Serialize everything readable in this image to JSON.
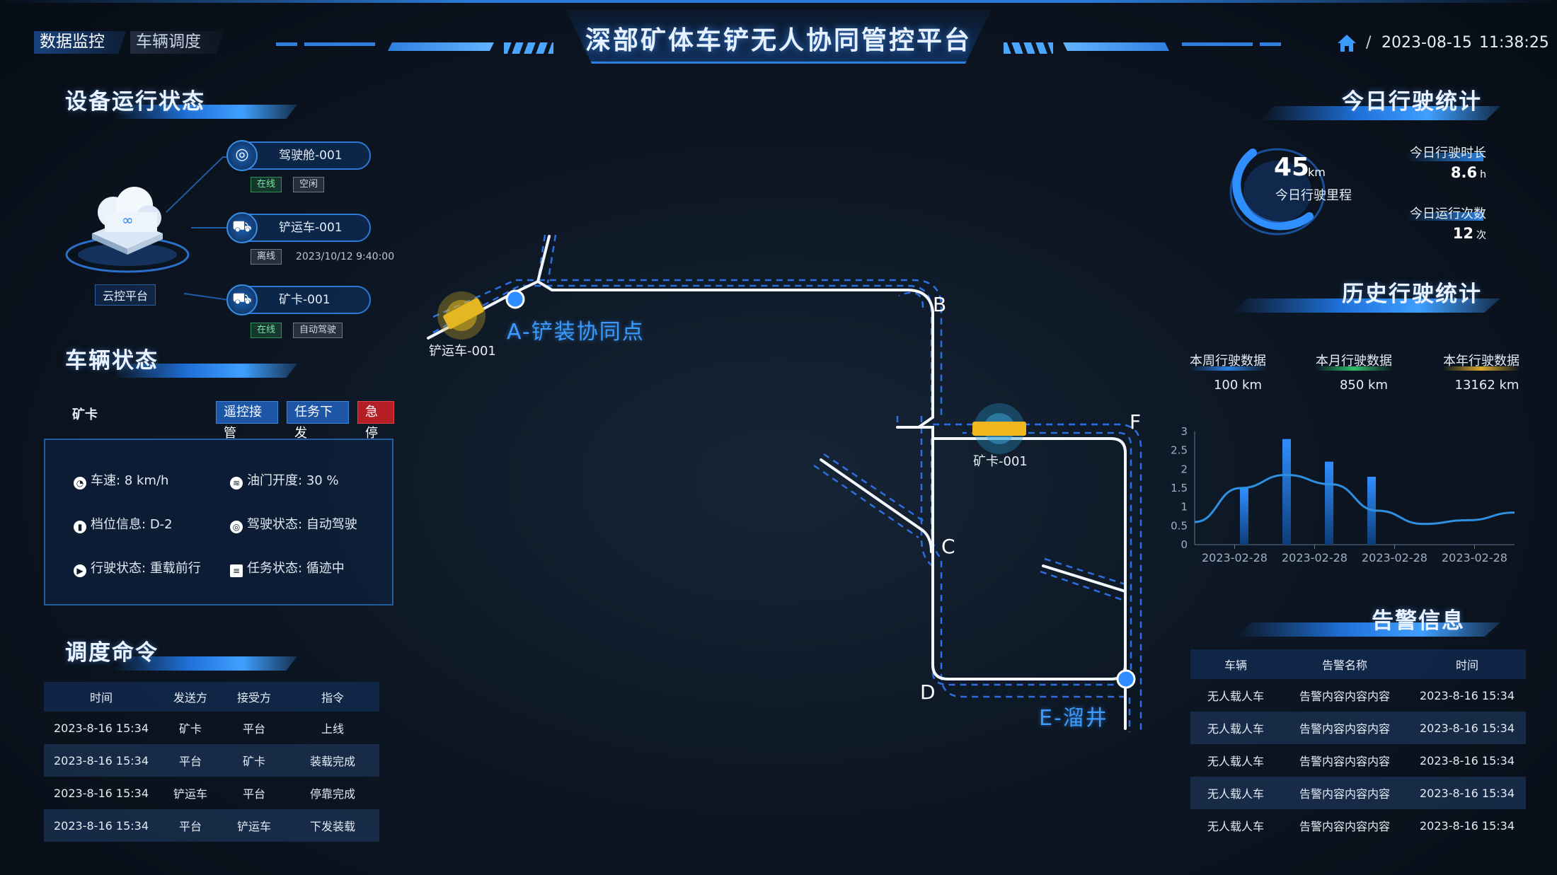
{
  "header": {
    "tabs": [
      {
        "label": "数据监控"
      },
      {
        "label": "车辆调度"
      }
    ],
    "title": "深部矿体车铲无人协同管控平台",
    "separator": "/",
    "date": "2023-08-15",
    "time": "11:38:25"
  },
  "device_status": {
    "title": "设备运行状态",
    "cloud_label": "云控平台",
    "devices": [
      {
        "name": "驾驶舱-001",
        "icon": "steering-wheel-icon",
        "tags": [
          "在线",
          "空闲"
        ]
      },
      {
        "name": "铲运车-001",
        "icon": "loader-icon",
        "tags": [
          "离线",
          "2023/10/12 9:40:00"
        ]
      },
      {
        "name": "矿卡-001",
        "icon": "truck-icon",
        "tags": [
          "在线",
          "自动驾驶"
        ]
      }
    ]
  },
  "vehicle_status": {
    "title": "车辆状态",
    "vehicle": "矿卡",
    "buttons": {
      "remote": "遥控接管",
      "task": "任务下发",
      "stop": "急停"
    },
    "stats": {
      "speed_label": "车速:",
      "speed_value": "8 km/h",
      "throttle_label": "油门开度:",
      "throttle_value": "30 %",
      "gear_label": "档位信息:",
      "gear_value": "D-2",
      "drive_label": "驾驶状态:",
      "drive_value": "自动驾驶",
      "run_label": "行驶状态:",
      "run_value": "重载前行",
      "task_label": "任务状态:",
      "task_value": "循迹中"
    }
  },
  "dispatch": {
    "title": "调度命令",
    "columns": [
      "时间",
      "发送方",
      "接受方",
      "指令"
    ],
    "rows": [
      [
        "2023-8-16 15:34",
        "矿卡",
        "平台",
        "上线"
      ],
      [
        "2023-8-16 15:34",
        "平台",
        "矿卡",
        "装载完成"
      ],
      [
        "2023-8-16 15:34",
        "铲运车",
        "平台",
        "停靠完成"
      ],
      [
        "2023-8-16 15:34",
        "平台",
        "铲运车",
        "下发装载"
      ]
    ]
  },
  "map": {
    "points": {
      "A": "A-铲装协同点",
      "B": "B",
      "C": "C",
      "D": "D",
      "E": "E-溜井",
      "F": "F"
    },
    "vehicles": {
      "loader": "铲运车-001",
      "truck": "矿卡-001"
    }
  },
  "today": {
    "title": "今日行驶统计",
    "mileage_value": "45",
    "mileage_unit": "km",
    "mileage_label": "今日行驶里程",
    "duration_label": "今日行驶时长",
    "duration_value": "8.6",
    "duration_unit": "h",
    "count_label": "今日运行次数",
    "count_value": "12",
    "count_unit": "次"
  },
  "history": {
    "title": "历史行驶统计",
    "items": [
      {
        "label": "本周行驶数据",
        "value": "100 km"
      },
      {
        "label": "本月行驶数据",
        "value": "850 km"
      },
      {
        "label": "本年行驶数据",
        "value": "13162 km"
      }
    ]
  },
  "chart_data": {
    "type": "bar",
    "x_ticks": [
      "2023-02-28",
      "2023-02-28",
      "2023-02-28",
      "2023-02-28"
    ],
    "ylim": [
      0,
      3
    ],
    "y_ticks": [
      "0",
      "0.5",
      "1",
      "1.5",
      "2",
      "2.5",
      "3"
    ],
    "bars": [
      1.5,
      2.8,
      2.2,
      1.8
    ],
    "line": [
      0.6,
      1.5,
      1.85,
      1.6,
      0.9,
      0.55,
      0.65,
      0.85
    ],
    "grid": false,
    "colors": {
      "bar": "#1e7ae6",
      "line": "#2f8fe0"
    }
  },
  "alerts": {
    "title": "告警信息",
    "columns": [
      "车辆",
      "告警名称",
      "时间"
    ],
    "rows": [
      [
        "无人载人车",
        "告警内容内容内容",
        "2023-8-16 15:34"
      ],
      [
        "无人载人车",
        "告警内容内容内容",
        "2023-8-16 15:34"
      ],
      [
        "无人载人车",
        "告警内容内容内容",
        "2023-8-16 15:34"
      ],
      [
        "无人载人车",
        "告警内容内容内容",
        "2023-8-16 15:34"
      ],
      [
        "无人载人车",
        "告警内容内容内容",
        "2023-8-16 15:34"
      ]
    ]
  }
}
